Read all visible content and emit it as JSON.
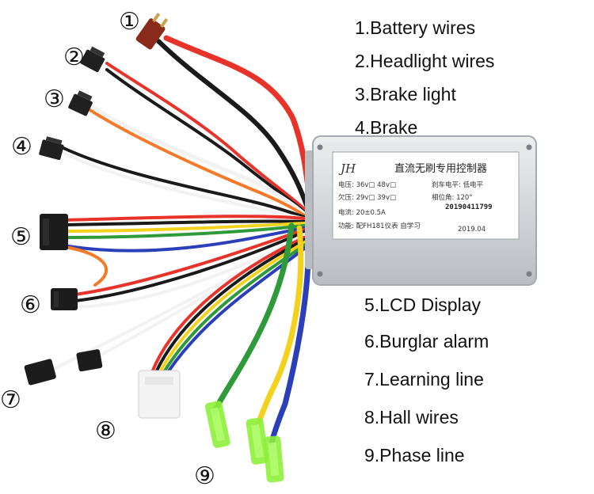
{
  "controller": {
    "brand": "JH",
    "title": "直流无刷专用控制器",
    "specs": {
      "voltage": "电压: 36v□ 48v□",
      "brake_level": "刹车电平: 低电平",
      "undervoltage": "欠压: 29v□ 39v□",
      "phase_angle": "相位角: 120°",
      "current": "电流: 20±0.5A",
      "function": "功能: 配FH181仪表 自学习",
      "serial": "20190411799",
      "date": "2019.04"
    }
  },
  "markers": [
    "①",
    "②",
    "③",
    "④",
    "⑤",
    "⑥",
    "⑦",
    "⑧",
    "⑨"
  ],
  "labels": [
    "1.Battery wires",
    "2.Headlight wires",
    "3.Brake light",
    "4.Brake",
    "5.LCD Display",
    "6.Burglar alarm",
    "7.Learning line",
    "8.Hall wires",
    "9.Phase line"
  ],
  "colors": {
    "red": "#e8332a",
    "black": "#1a1a1a",
    "orange": "#f47a2a",
    "white": "#f2f2f2",
    "yellow": "#f2d21c",
    "green": "#2f9a3a",
    "blue": "#2b3fb8",
    "controller": "#d7d9db",
    "connector_green": "#8ef03a"
  }
}
